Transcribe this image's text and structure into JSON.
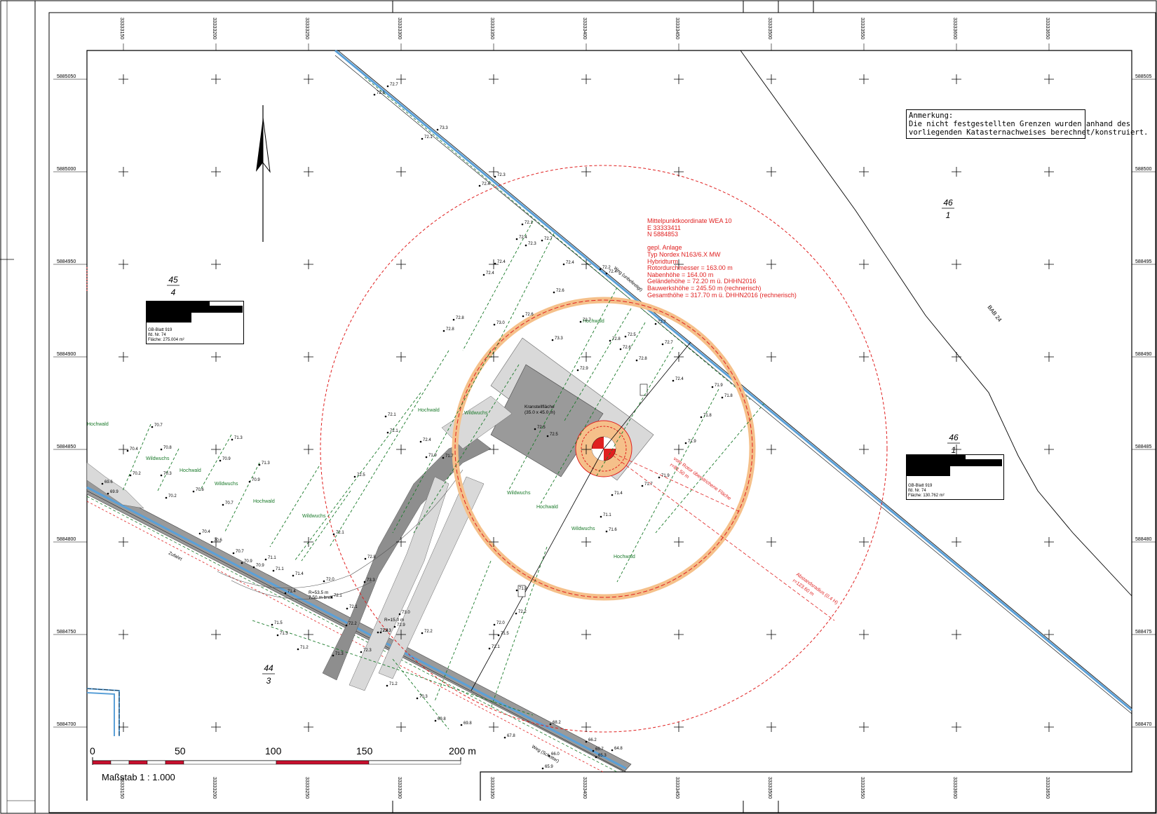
{
  "note": {
    "title": "Anmerkung:",
    "lines": [
      "Die nicht festgestellten Grenzen wurden anhand des",
      "vorliegenden Katasternachweises berechnet/konstruiert."
    ]
  },
  "wea": {
    "lines": [
      "Mittelpunktkoordinate WEA 10",
      "E 33333411",
      "N 5884853",
      "",
      "gepl. Anlage",
      "Typ Nordex N163/6.X MW",
      "Hybridturm",
      "Rotordurchmesser = 163.00 m",
      "Nabenhöhe = 164.00 m",
      "Geländehöhe = 72.20 m ü. DHHN2016",
      "Bauwerkshöhe = 245.50 m (rechnerisch)",
      "Gesamthöhe = 317.70 m ü. DHHN2016 (rechnerisch)"
    ]
  },
  "coords": {
    "x_top": [
      "33333150",
      "33333200",
      "33333250",
      "33333300",
      "33333350",
      "33333400",
      "33333450",
      "33333500",
      "33333550",
      "33333600",
      "33333650"
    ],
    "x_bottom": [
      "33333150",
      "33333200",
      "33333250",
      "33333300",
      "33333350",
      "33333400",
      "33333450",
      "33333500",
      "33333550",
      "33333600",
      "33333650"
    ],
    "y_left": [
      "5885050",
      "5885000",
      "5884950",
      "5884900",
      "5884850",
      "5884800",
      "5884750",
      "5884700"
    ],
    "y_right": [
      "588505",
      "588500",
      "588495",
      "588490",
      "588485",
      "588480",
      "588475",
      "588470"
    ]
  },
  "parcels": [
    {
      "num": "45",
      "den": "4"
    },
    {
      "num": "46",
      "den": "1"
    },
    {
      "num": "46",
      "den": "1"
    },
    {
      "num": "44",
      "den": "3"
    }
  ],
  "owner_boxes": [
    {
      "lines": [
        "GB-Blatt 919",
        "lfd. Nr. 74",
        "Fläche: 275.004 m²"
      ]
    },
    {
      "lines": [
        "GB-Blatt 919",
        "lfd. Nr. 74",
        "Fläche: 130.762 m²"
      ]
    }
  ],
  "labels": {
    "hochwald": "Hochwald",
    "wildwuchs": "Wildwuchs",
    "bab": "BAB 24",
    "kran": "Kranstellfläche",
    "kran_dim": "(35.0 x 45.0 m)",
    "r1": "R=53.5 m",
    "r1b": "7.50 m breit",
    "r2": "R=15.0 m",
    "rotor": "vom Rotor überstrichene Fläche",
    "rotor_r": "r=81.50 m",
    "abstand": "Abstandsradius (0.4 H)",
    "abstand_r": "r=123.60 m",
    "weg1": "Weg (unbefestigt)",
    "weg2": "Weg (Schotter)",
    "zufahrt": "Zufahrt"
  },
  "scale": {
    "ticks": [
      "0",
      "50",
      "100",
      "150",
      "200 m"
    ],
    "title": "Maßstab  1 : 1.000"
  },
  "spot_heights": [
    "72.7",
    "72.6",
    "73.3",
    "72.1",
    "72.3",
    "72.4",
    "72.1",
    "72.4",
    "72.7",
    "72.4",
    "72.4",
    "72.3",
    "72.2",
    "72.4",
    "72.4",
    "72.6",
    "72.8",
    "72.8",
    "72.6",
    "73.0",
    "72.8",
    "73.3",
    "72.7",
    "72.9",
    "72.6",
    "72.8",
    "72.7",
    "72.5",
    "72.7",
    "72.4",
    "72.1",
    "72.1",
    "72.4",
    "72.5",
    "72.5",
    "72.5",
    "71.7",
    "71.9",
    "71.8",
    "71.9",
    "71.8",
    "71.9",
    "71.9",
    "71.7",
    "71.4",
    "71.1",
    "71.6",
    "71.5",
    "72.2",
    "71.9",
    "72.0",
    "72.1",
    "72.2",
    "72.3",
    "72.4",
    "72.8",
    "72.1",
    "72.0",
    "72.1",
    "72.1",
    "73.0",
    "72.9",
    "73.3",
    "72.2",
    "72.3",
    "70.7",
    "70.4",
    "70.8",
    "71.3",
    "70.2",
    "70.3",
    "70.9",
    "70.9",
    "71.3",
    "69.6",
    "69.9",
    "70.2",
    "70.6",
    "70.7",
    "70.4",
    "70.6",
    "70.7",
    "71.1",
    "70.9",
    "70.9",
    "71.4",
    "71.4",
    "71.1",
    "71.5",
    "71.3",
    "71.2",
    "71.3",
    "71.2",
    "70.3",
    "69.8",
    "69.8",
    "67.8",
    "66.2",
    "65.7",
    "65.3",
    "64.8",
    "66.0",
    "65.9",
    "68.2"
  ],
  "colors": {
    "grid": "#000000",
    "contour": "#1a7a2a",
    "red": "#e02020",
    "orange": "#f5c08a",
    "water": "#5aa0d8",
    "road": "#808080"
  }
}
